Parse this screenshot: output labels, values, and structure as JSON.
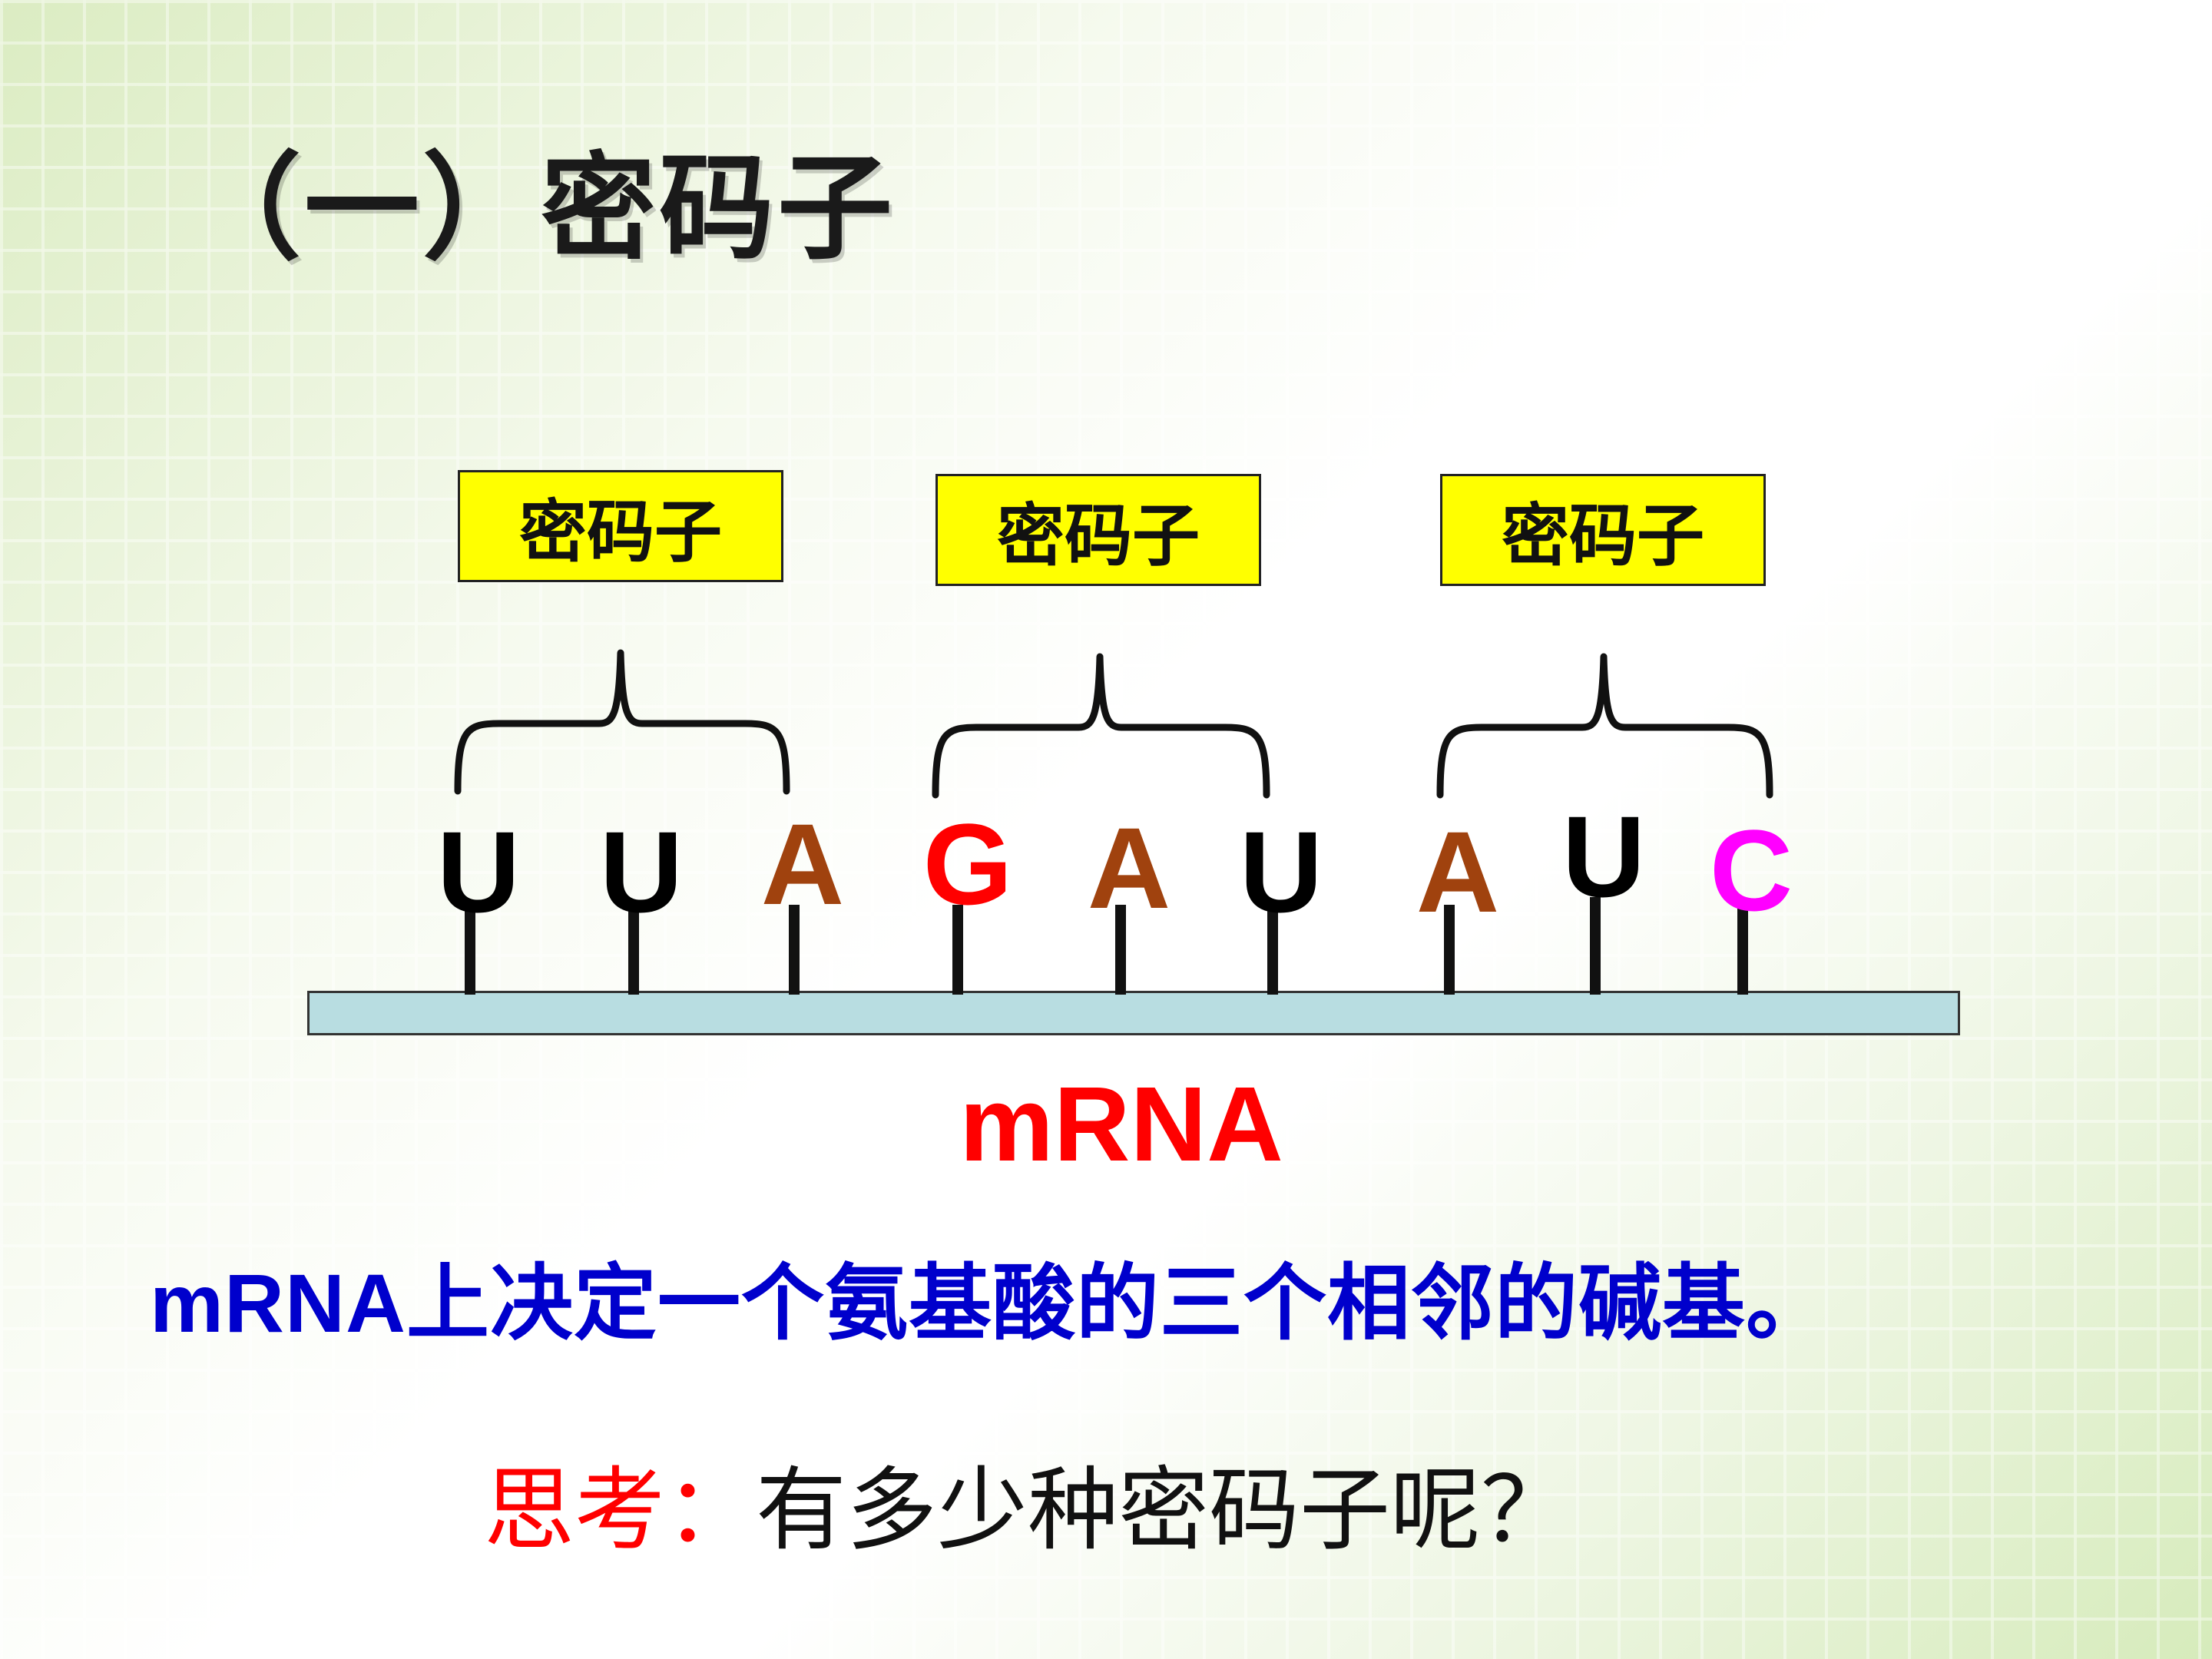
{
  "title": "（一）密码子",
  "codon_label": "密码子",
  "bases": [
    {
      "letter": "U",
      "color": "#000000"
    },
    {
      "letter": "U",
      "color": "#000000"
    },
    {
      "letter": "A",
      "color": "#a0420e"
    },
    {
      "letter": "G",
      "color": "#ff0000"
    },
    {
      "letter": "A",
      "color": "#a0420e"
    },
    {
      "letter": "U",
      "color": "#000000"
    },
    {
      "letter": "A",
      "color": "#a0420e"
    },
    {
      "letter": "U",
      "color": "#000000"
    },
    {
      "letter": "C",
      "color": "#ff00ff"
    }
  ],
  "strand_label": "mRNA",
  "definition": "mRNA上决定一个氨基酸的三个相邻的碱基。",
  "question": {
    "label": "思考：",
    "text": "有多少种密码子呢？"
  },
  "colors": {
    "codon_box": "#ffff00",
    "strand": "#b8dde1",
    "definition": "#0000cc",
    "highlight": "#ff0000"
  }
}
